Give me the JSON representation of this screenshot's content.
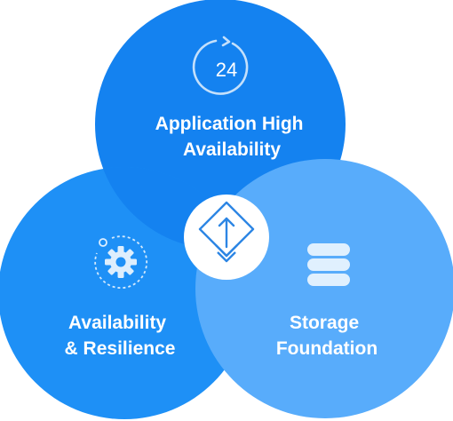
{
  "diagram": {
    "circles": [
      {
        "id": "application-high-availability",
        "lines": [
          "Application High",
          "Availability"
        ],
        "icon": "24-hour-cycle-icon",
        "color": "#1482F0"
      },
      {
        "id": "availability-resilience",
        "lines": [
          "Availability",
          "& Resilience"
        ],
        "icon": "gear-icon",
        "color": "#1E90F6"
      },
      {
        "id": "storage-foundation",
        "lines": [
          "Storage",
          "Foundation"
        ],
        "icon": "database-icon",
        "color": "#58ACFB"
      }
    ],
    "hours_badge": "24",
    "center": {
      "icon": "diamond-upload-icon",
      "color": "#2D86E4"
    }
  }
}
